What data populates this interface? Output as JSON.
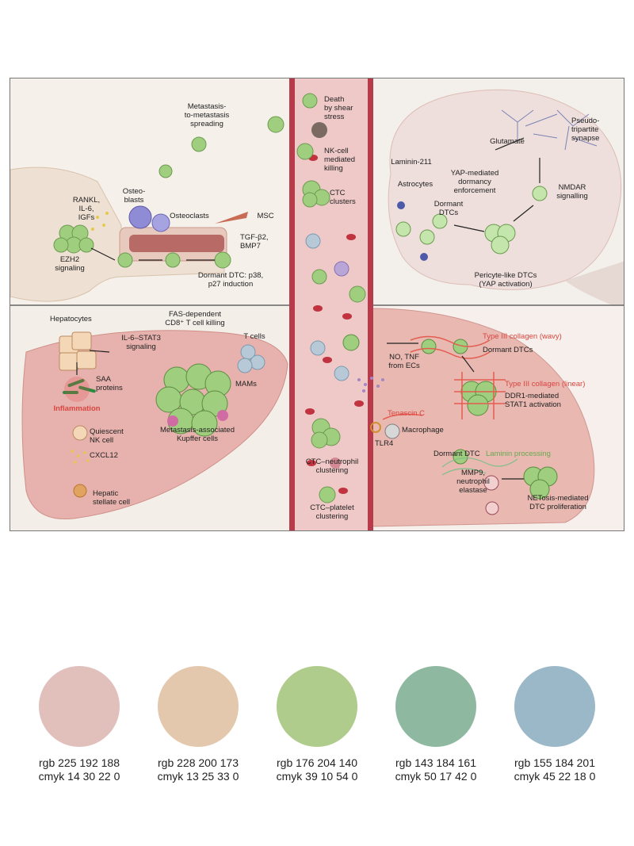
{
  "figure": {
    "blood_vessel": [
      "Death\nby shear\nstress",
      "NK-cell\nmediated\nkilling",
      "CTC\nclusters",
      "CTC–neutrophil\nclustering",
      "CTC–platelet\nclustering"
    ],
    "bone": [
      "Metastasis-\nto-metastasis\nspreading",
      "Osteo-\nblasts",
      "Osteoclasts",
      "MSC",
      "RANKL,\nIL-6,\nIGFs",
      "TGF-β2,\nBMP7",
      "EZH2\nsignaling",
      "Dormant DTC: p38,\np27 induction"
    ],
    "brain": [
      "Pseudo-\ntripartite\nsynapse",
      "Glutamate",
      "Laminin-211",
      "YAP-mediated\ndormancy\nenforcement",
      "Astrocytes",
      "Dormant\nDTCs",
      "NMDAR\nsignalling",
      "Pericyte-like DTCs\n(YAP activation)"
    ],
    "liver": [
      "Hepatocytes",
      "IL-6–STAT3\nsignaling",
      "FAS-dependent\nCD8⁺ T cell killing",
      "T cells",
      "SAA\nproteins",
      "Inflammation",
      "MAMs",
      "Metastasis-associated\nKupffer cells",
      "Quiescent\nNK cell",
      "CXCL12",
      "Hepatic\nstellate cell"
    ],
    "lung": [
      "Type III collagen (wavy)",
      "Dormant DTCs",
      "NO, TNF\nfrom ECs",
      "Type III collagen (linear)",
      "DDR1-mediated\nSTAT1 activation",
      "Tenascin C",
      "Macrophage",
      "TLR4",
      "Dormant DTC",
      "Laminin processing",
      "MMP9,\nneutrophil\nelastase",
      "NETosis-mediated\nDTC proliferation"
    ]
  },
  "palette": [
    {
      "hex": "#e1c0bc",
      "rgb": "rgb 225  192  188",
      "cmyk": "cmyk  14  30  22  0"
    },
    {
      "hex": "#e4c8ad",
      "rgb": "rgb  228  200  173",
      "cmyk": "cmyk 13  25  33  0"
    },
    {
      "hex": "#b0cc8c",
      "rgb": "rgb 176  204  140",
      "cmyk": "cmyk 39  10  54  0"
    },
    {
      "hex": "#8fb8a1",
      "rgb": "rgb 143  184  161",
      "cmyk": "cmyk 50  17  42  0"
    },
    {
      "hex": "#9bb8c9",
      "rgb": "rgb 155  184  201",
      "cmyk": "cmyk 45  22  18  0"
    }
  ]
}
